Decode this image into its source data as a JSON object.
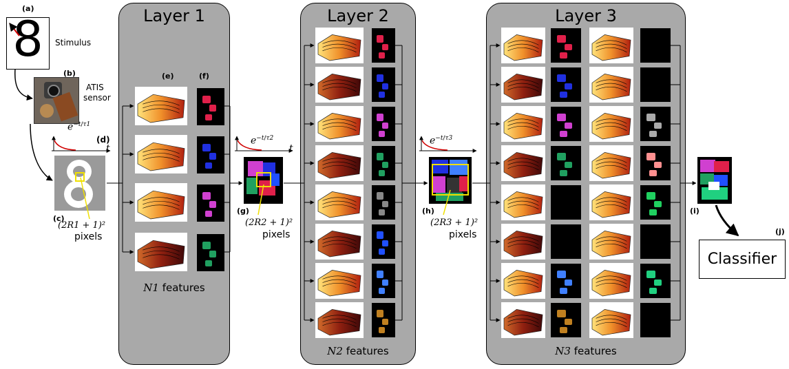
{
  "labels": {
    "a": "(a)",
    "b": "(b)",
    "c": "(c)",
    "d": "(d)",
    "e": "(e)",
    "f": "(f)",
    "g": "(g)",
    "h": "(h)",
    "i": "(i)",
    "j": "(j)"
  },
  "stimulus": {
    "digit": "8",
    "label": "Stimulus"
  },
  "sensor": {
    "label_line1": "ATIS",
    "label_line2": "sensor"
  },
  "decays": [
    {
      "formula": "e",
      "exp_num": "t",
      "exp_den": "τ1",
      "axis": "t"
    },
    {
      "formula": "e",
      "exp_num": "t",
      "exp_den": "τ2",
      "axis": "t"
    },
    {
      "formula": "e",
      "exp_num": "t",
      "exp_den": "τ3",
      "axis": "t"
    }
  ],
  "neighborhoods": [
    {
      "formula": "(2R1 + 1)²",
      "unit": "pixels"
    },
    {
      "formula": "(2R2 + 1)²",
      "unit": "pixels"
    },
    {
      "formula": "(2R3 + 1)²",
      "unit": "pixels"
    }
  ],
  "layers": [
    {
      "title": "Layer 1",
      "feature_symbol": "N1",
      "feature_text": "features"
    },
    {
      "title": "Layer 2",
      "feature_symbol": "N2",
      "feature_text": "features"
    },
    {
      "title": "Layer 3",
      "feature_symbol": "N3",
      "feature_text": "features"
    }
  ],
  "classifier": {
    "label": "Classifier"
  },
  "colors": {
    "panel": "#a9a9a9",
    "layer1_features": [
      "#e0204a",
      "#2030e0",
      "#d040d0",
      "#20a060"
    ],
    "layer2_features": [
      "#e0204a",
      "#2030e0",
      "#d040d0",
      "#20a060",
      "#888888",
      "#2050ff",
      "#4080ff",
      "#c08020"
    ],
    "arrow_red": "#d00000",
    "highlight": "#f0e000"
  }
}
